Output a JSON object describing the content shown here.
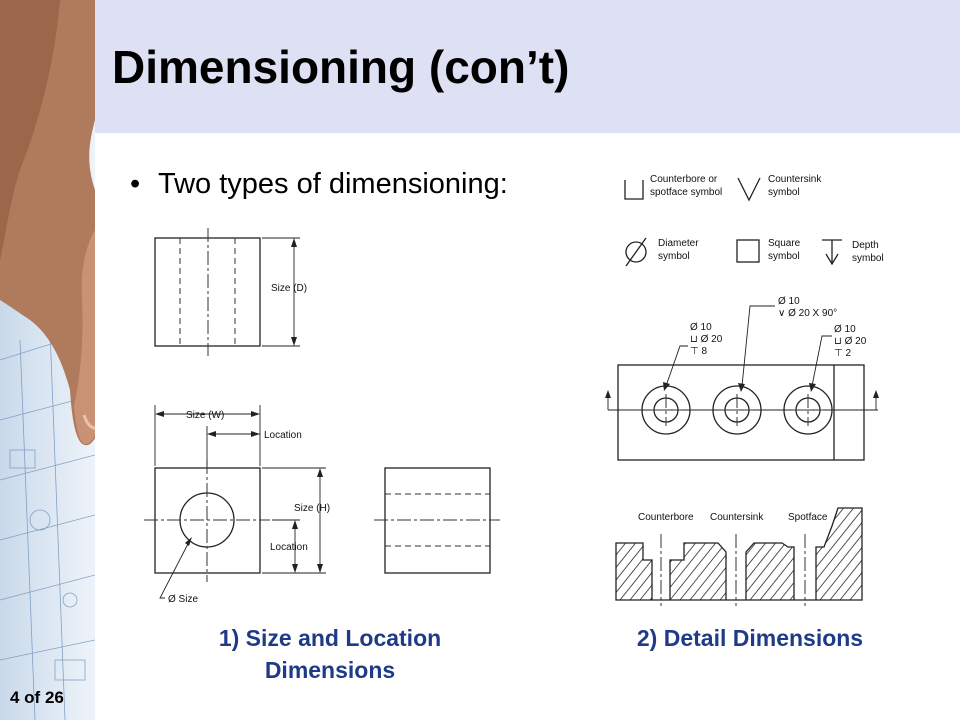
{
  "slide": {
    "title": "Dimensioning (con’t)",
    "bullet": "Two types of dimensioning:",
    "page_number": "4 of 26"
  },
  "captions": {
    "left_line1": "1) Size and Location",
    "left_line2": "Dimensions",
    "right": "2) Detail Dimensions"
  },
  "size_location_figure": {
    "size_d": "Size (D)",
    "size_w": "Size (W)",
    "location_top": "Location",
    "size_h": "Size (H)",
    "location_bottom": "Location",
    "dia_size": "Ø Size"
  },
  "symbols_legend": {
    "counterbore_line1": "Counterbore or",
    "counterbore_line2": "spotface symbol",
    "countersink_line1": "Countersink",
    "countersink_line2": "symbol",
    "diameter_line1": "Diameter",
    "diameter_line2": "symbol",
    "square_line1": "Square",
    "square_line2": "symbol",
    "depth_line1": "Depth",
    "depth_line2": "symbol"
  },
  "detail_figure": {
    "callout_middle_line1": "Ø 10",
    "callout_middle_line2": "∨ Ø 20 X 90°",
    "callout_left_line1": "Ø 10",
    "callout_left_line2": "⊔ Ø 20",
    "callout_left_line3": "⊤ 8",
    "callout_right_line1": "Ø 10",
    "callout_right_line2": "⊔ Ø 20",
    "callout_right_line3": "⊤ 2",
    "section_counterbore": "Counterbore",
    "section_countersink": "Countersink",
    "section_spotface": "Spotface"
  },
  "colors": {
    "header_band": "#dde1f3",
    "caption_blue": "#1f3b87",
    "sidebar": "#c9d9ea"
  },
  "icons": [
    "hand-photo",
    "blueprint-photo"
  ]
}
